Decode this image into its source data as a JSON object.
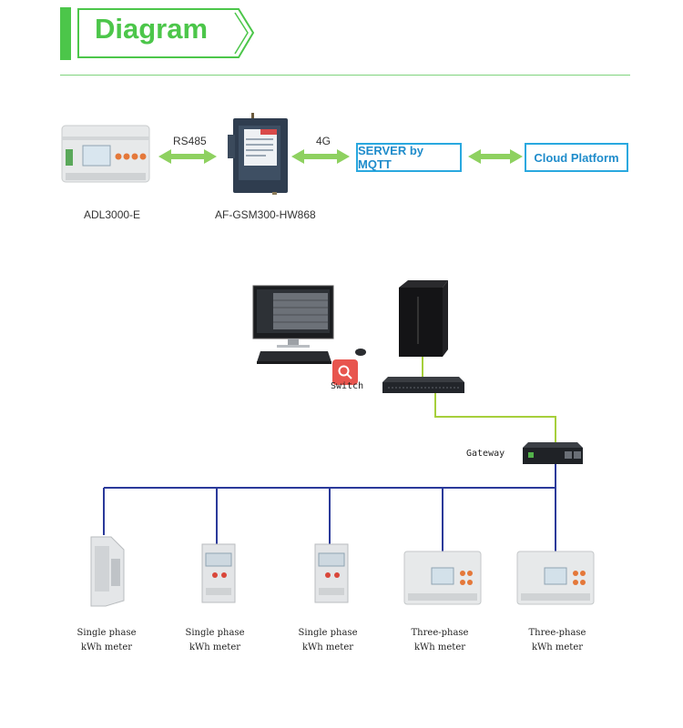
{
  "header": {
    "title": "Diagram"
  },
  "top_flow": {
    "meter_label": "ADL3000-E",
    "gateway_label": "AF-GSM300-HW868",
    "link1_label": "RS485",
    "link2_label": "4G",
    "server_label": "SERVER by MQTT",
    "cloud_label": "Cloud Platform"
  },
  "network": {
    "switch_label": "Switch",
    "gateway_label": "Gateway",
    "meters": [
      {
        "line1": "Single phase",
        "line2": "kWh meter"
      },
      {
        "line1": "Single phase",
        "line2": "kWh meter"
      },
      {
        "line1": "Single phase",
        "line2": "kWh meter"
      },
      {
        "line1": "Three-phase",
        "line2": "kWh meter"
      },
      {
        "line1": "Three-phase",
        "line2": "kWh meter"
      }
    ]
  },
  "colors": {
    "brand_green": "#4cc64a",
    "arrow_green": "#8ed160",
    "bus_blue": "#2b3a9a",
    "link_green": "#a6cf3b",
    "box_blue": "#29a8df"
  }
}
